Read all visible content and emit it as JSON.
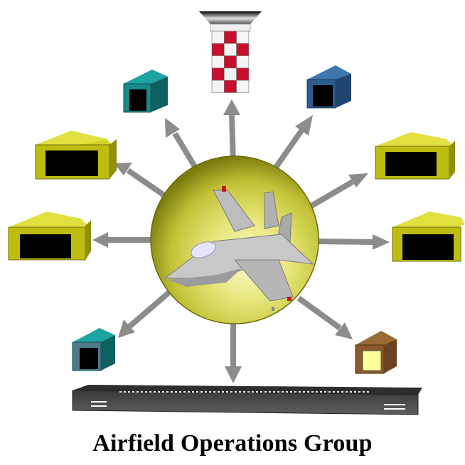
{
  "diagram": {
    "title": "Airfield Operations Group",
    "hub": {
      "icon": "fighter-jet-icon"
    },
    "nodes": [
      {
        "id": "control-tower",
        "icon": "control-tower-icon"
      },
      {
        "id": "runway",
        "icon": "runway-icon"
      },
      {
        "id": "small-hangar-teal-top-left",
        "icon": "building-icon",
        "color": "#1a8a8a"
      },
      {
        "id": "small-hangar-blue-top-right",
        "icon": "building-icon",
        "color": "#2d5d8c"
      },
      {
        "id": "hangar-olive-left-upper",
        "icon": "hangar-icon",
        "color": "#bdbd10"
      },
      {
        "id": "hangar-olive-left-lower",
        "icon": "hangar-icon",
        "color": "#bdbd10"
      },
      {
        "id": "hangar-olive-right-upper",
        "icon": "hangar-icon",
        "color": "#bdbd10"
      },
      {
        "id": "hangar-olive-right-lower",
        "icon": "hangar-icon",
        "color": "#bdbd10"
      },
      {
        "id": "small-hangar-teal-bottom-left",
        "icon": "building-icon",
        "color": "#1a8a8a"
      },
      {
        "id": "small-shed-brown-bottom-right",
        "icon": "building-icon",
        "color": "#8b5a2b"
      }
    ],
    "colors": {
      "arrow": "#8c8c8c",
      "globe_center": "#fafac8",
      "globe_edge": "#8a8a10"
    }
  }
}
